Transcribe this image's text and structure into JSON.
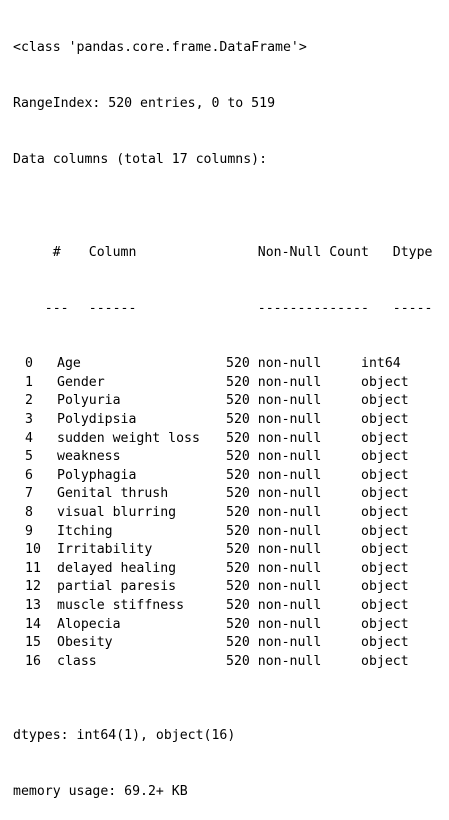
{
  "header_lines": [
    "<class 'pandas.core.frame.DataFrame'>",
    "RangeIndex: 520 entries, 0 to 519",
    "Data columns (total 17 columns):"
  ],
  "table": {
    "headers": [
      "#",
      "Column",
      "Non-Null Count",
      "Dtype"
    ],
    "separators": [
      "---",
      "------",
      "--------------",
      "-----"
    ],
    "rows": [
      [
        "0",
        "Age",
        "520 non-null",
        "int64"
      ],
      [
        "1",
        "Gender",
        "520 non-null",
        "object"
      ],
      [
        "2",
        "Polyuria",
        "520 non-null",
        "object"
      ],
      [
        "3",
        "Polydipsia",
        "520 non-null",
        "object"
      ],
      [
        "4",
        "sudden weight loss",
        "520 non-null",
        "object"
      ],
      [
        "5",
        "weakness",
        "520 non-null",
        "object"
      ],
      [
        "6",
        "Polyphagia",
        "520 non-null",
        "object"
      ],
      [
        "7",
        "Genital thrush",
        "520 non-null",
        "object"
      ],
      [
        "8",
        "visual blurring",
        "520 non-null",
        "object"
      ],
      [
        "9",
        "Itching",
        "520 non-null",
        "object"
      ],
      [
        "10",
        "Irritability",
        "520 non-null",
        "object"
      ],
      [
        "11",
        "delayed healing",
        "520 non-null",
        "object"
      ],
      [
        "12",
        "partial paresis",
        "520 non-null",
        "object"
      ],
      [
        "13",
        "muscle stiffness",
        "520 non-null",
        "object"
      ],
      [
        "14",
        "Alopecia",
        "520 non-null",
        "object"
      ],
      [
        "15",
        "Obesity",
        "520 non-null",
        "object"
      ],
      [
        "16",
        "class",
        "520 non-null",
        "object"
      ]
    ]
  },
  "footer_lines": [
    "dtypes: int64(1), object(16)",
    "memory usage: 69.2+ KB"
  ]
}
